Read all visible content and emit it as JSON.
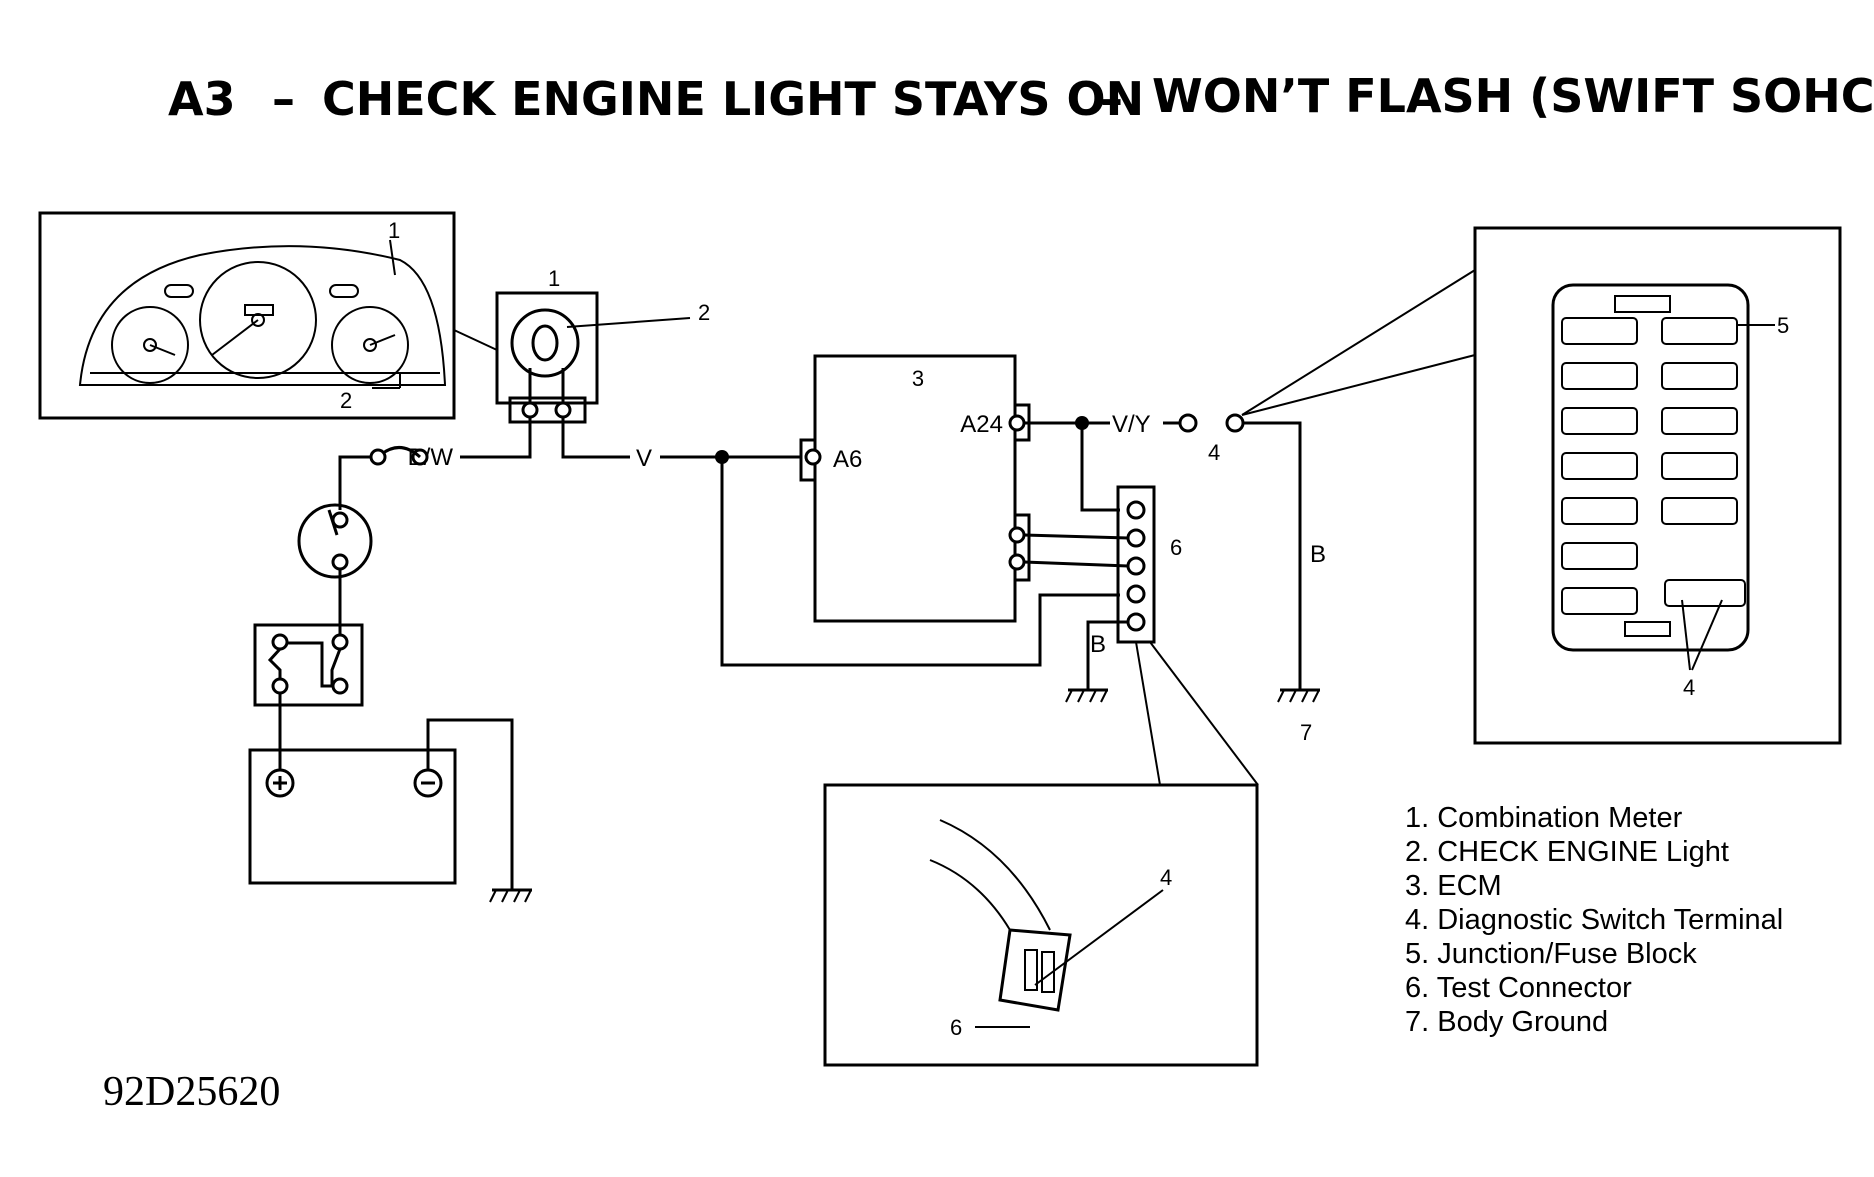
{
  "title": {
    "code": "A3",
    "dash1": "–",
    "main": "CHECK ENGINE LIGHT STAYS ON",
    "dash2": "–",
    "sub": "WON’T FLASH (SWIFT SOHC)"
  },
  "callouts": {
    "meter_inset_1": "1",
    "meter_inset_2": "2",
    "meter_1": "1",
    "light_2": "2",
    "ecm_3": "3",
    "diag_4": "4",
    "fuse_5": "5",
    "fuse_4": "4",
    "test_conn_6": "6",
    "ground_7": "7",
    "conn_inset_4": "4",
    "conn_inset_6": "6"
  },
  "wires": {
    "bw": "B/W",
    "v": "V",
    "vy": "V/Y",
    "b_ground_left": "B",
    "b_ground_right": "B"
  },
  "terminals": {
    "a6": "A6",
    "a24": "A24"
  },
  "legend": [
    "1. Combination Meter",
    "2. CHECK ENGINE Light",
    "3. ECM",
    "4. Diagnostic Switch Terminal",
    "5. Junction/Fuse Block",
    "6. Test Connector",
    "7. Body Ground"
  ],
  "figure_ref": "92D25620"
}
